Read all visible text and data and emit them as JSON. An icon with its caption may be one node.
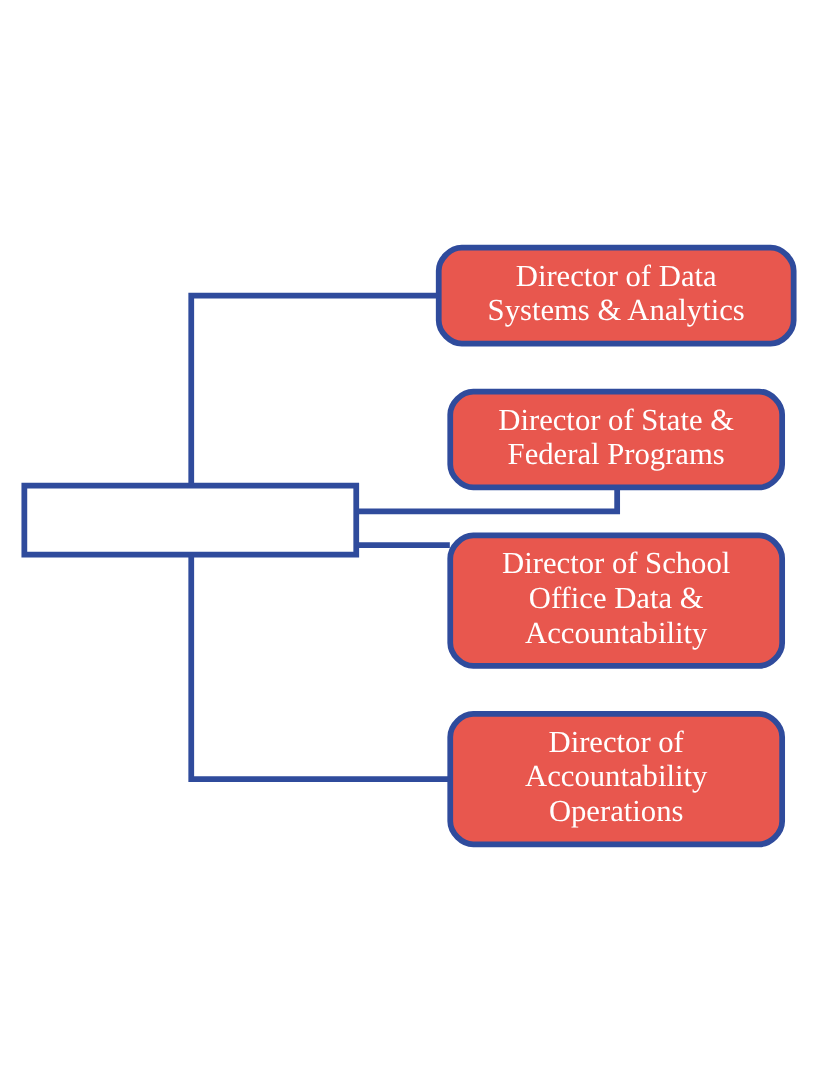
{
  "diagram": {
    "nodes": [
      {
        "text": [],
        "shape": "box"
      },
      {
        "text": [
          "Director of Data Systems & Analytics"
        ]
      },
      {
        "text": [
          "Director of State & Federal Programs"
        ]
      },
      {
        "text": [
          "Director of School Office Data & Accountability"
        ]
      },
      {
        "text": [
          "Director of Accountability Operations"
        ]
      }
    ],
    "edges": [
      {
        "from": 0,
        "to": 1,
        "arrow": "none"
      },
      {
        "from": 0,
        "to": 2,
        "arrow": "none"
      },
      {
        "from": 0,
        "to": 3,
        "arrow": "none"
      },
      {
        "from": 0,
        "to": 4,
        "arrow": "none"
      }
    ]
  }
}
